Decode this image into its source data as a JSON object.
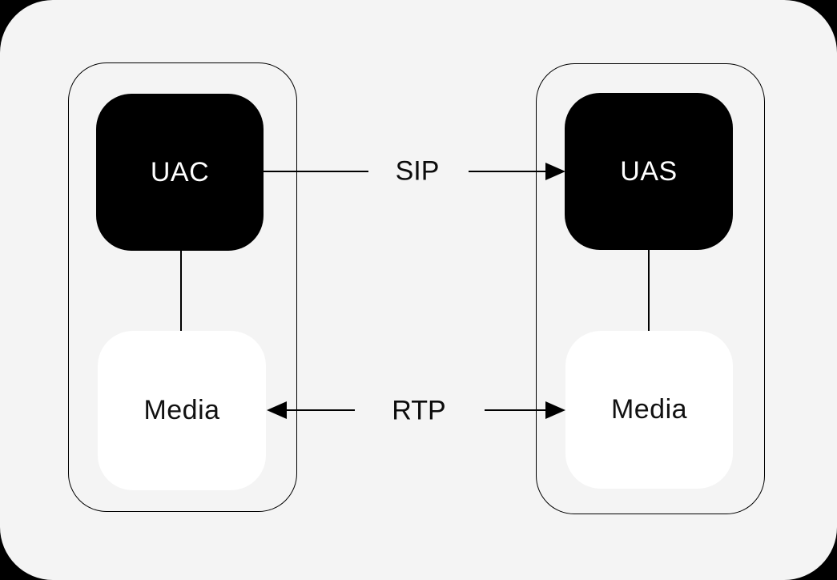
{
  "diagram": {
    "type": "architecture-diagram",
    "groups": [
      {
        "id": "left-agent-group",
        "contains": [
          "UAC",
          "Media"
        ]
      },
      {
        "id": "right-agent-group",
        "contains": [
          "UAS",
          "Media"
        ]
      }
    ],
    "nodes": {
      "uac": {
        "label": "UAC",
        "style": "dark"
      },
      "uas": {
        "label": "UAS",
        "style": "dark"
      },
      "media_left": {
        "label": "Media",
        "style": "light"
      },
      "media_right": {
        "label": "Media",
        "style": "light"
      }
    },
    "edges": {
      "sip": {
        "label": "SIP",
        "from": "UAC",
        "to": "UAS",
        "direction": "right"
      },
      "rtp": {
        "label": "RTP",
        "from": "Media",
        "to": "Media",
        "direction": "both"
      }
    },
    "internal_links": [
      {
        "from": "UAC",
        "to": "Media"
      },
      {
        "from": "UAS",
        "to": "Media"
      }
    ]
  },
  "colors": {
    "page_background": "#000000",
    "canvas_background": "#f4f4f4",
    "node_dark_fill": "#000000",
    "node_dark_text": "#ffffff",
    "node_light_fill": "#ffffff",
    "node_light_text": "#111111",
    "line_color": "#000000",
    "label_text": "#0c0c0c"
  }
}
